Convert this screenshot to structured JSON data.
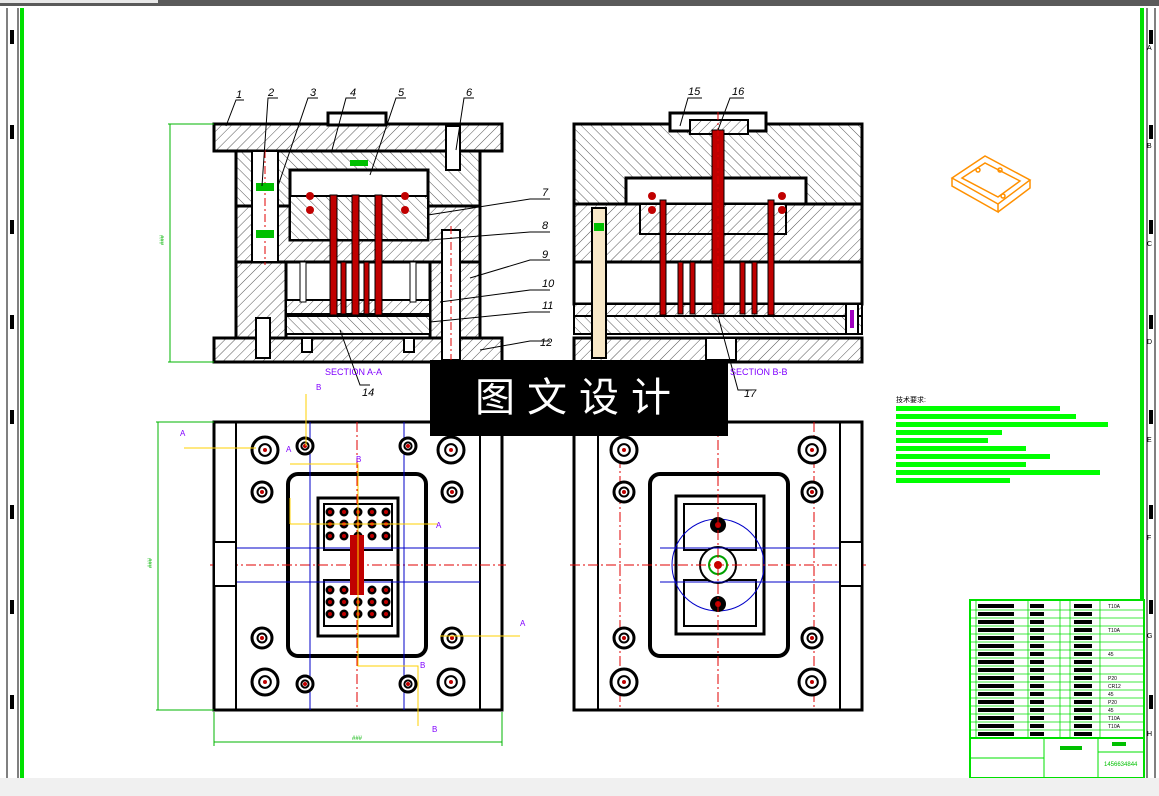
{
  "border": {
    "zone_letters": [
      "A",
      "B",
      "C",
      "D",
      "E",
      "F",
      "G",
      "H"
    ]
  },
  "section_aa": {
    "title": "SECTION A-A",
    "part_numbers": [
      "1",
      "2",
      "3",
      "4",
      "5",
      "6",
      "7",
      "8",
      "9",
      "10",
      "11",
      "12",
      "14"
    ]
  },
  "section_bb": {
    "title": "SECTION B-B",
    "part_numbers": [
      "15",
      "16",
      "17"
    ]
  },
  "plan_view": {
    "cut_markers": [
      "A",
      "B",
      "A",
      "B",
      "A",
      "B",
      "A",
      "B"
    ]
  },
  "notes": {
    "heading": "技术要求:"
  },
  "title_block": {
    "materials": [
      "T10A",
      "T10A",
      "45",
      "P20",
      "CR12",
      "45",
      "P20",
      "45",
      "T10A",
      "T10A"
    ],
    "drawing_code": "1456634844"
  },
  "watermark": {
    "text": "图文设计"
  },
  "colors": {
    "frame": "#00e000",
    "steel": "#000000",
    "hatch": "#555555",
    "pin": "#c00000",
    "centerline": "#e00000",
    "cooling": "#0000c8",
    "dimension": "#00b400",
    "section_line": "#ffd000",
    "label": "#8000ff",
    "part_iso": "#ff9000"
  }
}
